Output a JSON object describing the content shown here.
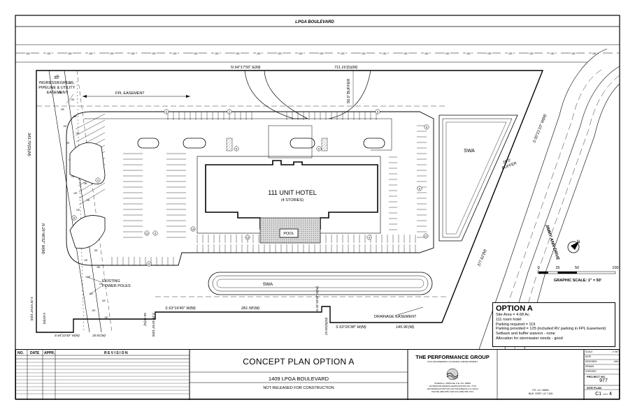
{
  "road_top": "LPGA BOULEVARD",
  "road_right": "JIMMY ANN DRIVE",
  "bearings": {
    "north": "N 64°17'55\" E(M)",
    "north_dist": "711.16'(D)(M)",
    "west_dist": "343.79'(D)(M)",
    "west_bearing": "N 25°46'52\" W(M)",
    "east_bearing": "S 00°21'10\" W(M)",
    "east_dist": "377.62'(M)",
    "sw1": "S 63°16'45\" W(M)",
    "sw1_dist": "281.58'(M)",
    "sw2": "S 63°26'38\" W(M)",
    "sw2_dist": "145.96'(M)",
    "mid": "N 26°34'56\" W(M)",
    "mid_dist": "25.93'(D)(M)",
    "left_small": "S 64°22'40\" W(M)",
    "left_small_dist": "25.91'(M)",
    "corner": "S 26°03'53\" E(M)",
    "corner_dist": "6.65'(M)",
    "mid2": "S 26°40'55\" E(M)",
    "mid2_dist": "58.75'(M)"
  },
  "labels": {
    "ingress": [
      "80'",
      "INGRESS/EGRESS,",
      "PIPELINE & UTILITY",
      "EASEMENT"
    ],
    "fpl": "FPL EASEMENT",
    "buffer_50": "50.0' BUFFER",
    "buffer_25": [
      "25.0'",
      "BUFFER"
    ],
    "hotel": "111 UNIT HOTEL",
    "stories": "(4 STORIES)",
    "pool": "POOL",
    "swa": "SWA",
    "swa_bottom": "SWA",
    "power_poles": [
      "EXISTING",
      "POWER POLES"
    ],
    "drainage": "DRAINAGE EASEMENT",
    "graphic_scale": "GRAPHIC SCALE: 1\" = 50'",
    "scale_ticks": [
      "0",
      "25",
      "50",
      "100"
    ],
    "north_letter": "N"
  },
  "stall_counts": [
    "6",
    "6",
    "6",
    "6",
    "6",
    "6",
    "6",
    "9",
    "8",
    "11",
    "9",
    "10",
    "10",
    "9",
    "8",
    "12"
  ],
  "option": {
    "title": "OPTION A",
    "lines": [
      "Site Area = 4.68 Ac.",
      "111 room hotel",
      "Parking required = 119",
      "Parking provided = 125 (included RV parking in FPL Easement)",
      "Setback and buffer waivers - none",
      "Allocation for stormwater needs - good"
    ]
  },
  "title_block": {
    "rev_headers": [
      "NO.",
      "DATE",
      "APPR.",
      "R E V I S I O N"
    ],
    "concept": "CONCEPT PLAN OPTION A",
    "address": "1409 LPGA BOULEVARD",
    "not_released": "NOT RELEASED FOR CONSTRUCTION",
    "firm": "THE PERFORMANCE GROUP",
    "firm_sub": "CIVIL ENGINEERING | PLANNING | DEVELOPMENT",
    "firm_addr": [
      "JOSEPH A. MONCHE, P.E. NO. 48809",
      "ULTIMATE BUSINESS CERTIFICATION NO. 7170",
      "100 MARINA POINT DR. DAYTONA BEACH, FL 32114",
      "PHONE (386) 555-7100  FAX (386) 555-7101"
    ],
    "pe_lic": [
      "P.E. LIC 49809",
      "BUS. CERT. LIC 7105"
    ],
    "right_labels": [
      "SCALE",
      "DATE",
      "DESIGNED",
      "DRAWN",
      "CHECKED"
    ],
    "right_values": [
      "1\"=50'",
      "",
      "JAM",
      "",
      ""
    ],
    "project_label": "PROJECT NO.",
    "project_no": "977",
    "site_plan_label": "SITE PLAN",
    "sheet": "C1",
    "sheet_of": "4"
  },
  "utility_tag": "OE"
}
